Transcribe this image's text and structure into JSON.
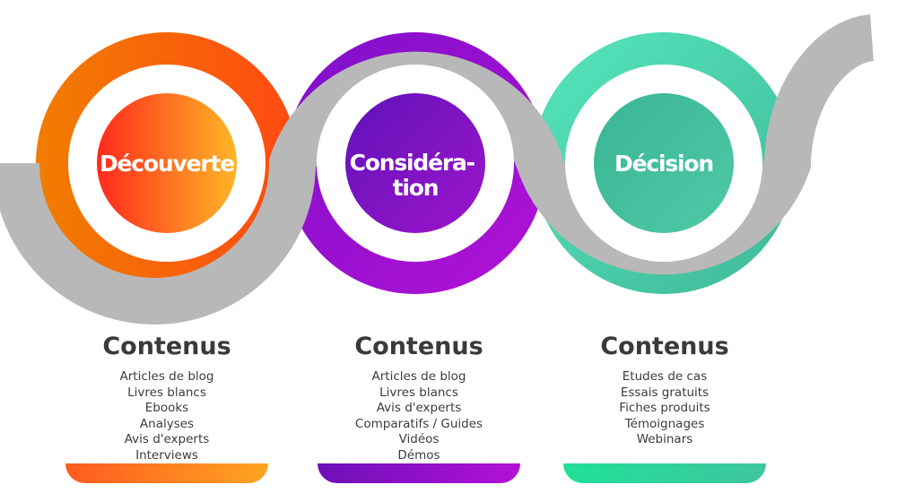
{
  "colors": {
    "track": "#b8b8b8",
    "text": "#3a3a3a"
  },
  "stages": [
    {
      "label_lines": [
        "Découverte"
      ],
      "ring_gradient": [
        "#f07d00",
        "#ff4a12"
      ],
      "circle_gradient": [
        "#ff2a1c",
        "#ffb627"
      ],
      "bar_gradient": [
        "#ff5a1f",
        "#ffa422"
      ],
      "contents_title": "Contenus",
      "contents": [
        "Articles de blog",
        "Livres blancs",
        "Ebooks",
        "Analyses",
        "Avis d'experts",
        "Interviews"
      ]
    },
    {
      "label_lines": [
        "Considéra-",
        "tion"
      ],
      "ring_gradient": [
        "#7e10c9",
        "#b311d6"
      ],
      "circle_gradient": [
        "#5f13b8",
        "#9d14cc"
      ],
      "bar_gradient": [
        "#6d0fb8",
        "#b311d6"
      ],
      "contents_title": "Contenus",
      "contents": [
        "Articles de blog",
        "Livres blancs",
        "Avis d'experts",
        "Comparatifs / Guides",
        "Vidéos",
        "Démos"
      ]
    },
    {
      "label_lines": [
        "Décision"
      ],
      "ring_gradient": [
        "#55e6bd",
        "#3fb898"
      ],
      "circle_gradient": [
        "#3ab595",
        "#4fc9a6"
      ],
      "bar_gradient": [
        "#20e099",
        "#3fc59f"
      ],
      "contents_title": "Contenus",
      "contents": [
        "Etudes de cas",
        "Essais gratuits",
        "Fiches produits",
        "Témoignages",
        "Webinars"
      ]
    }
  ]
}
